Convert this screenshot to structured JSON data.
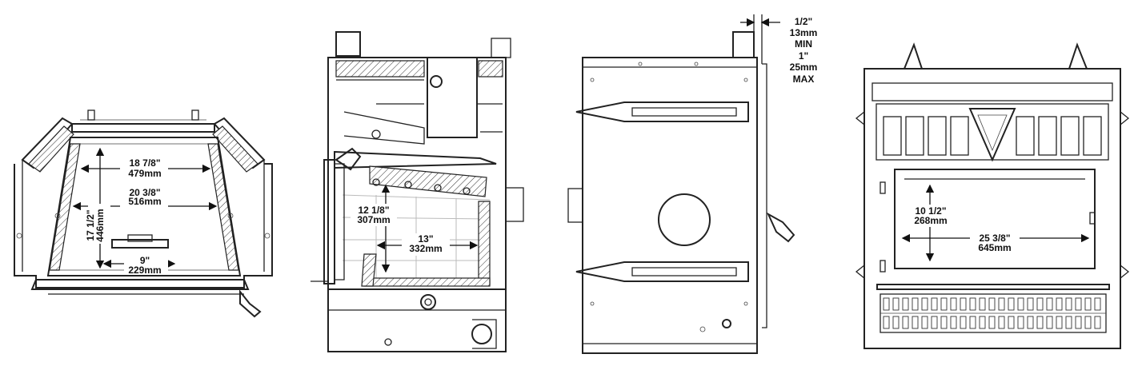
{
  "front_view": {
    "top_width": "18 7/8\"",
    "top_width_mm": "479mm",
    "mid_width": "20 3/8\"",
    "mid_width_mm": "516mm",
    "height": "17 1/2\"",
    "height_mm": "446mm",
    "bottom_width": "9\"",
    "bottom_width_mm": "229mm"
  },
  "side_view": {
    "height": "12 1/8\"",
    "height_mm": "307mm",
    "depth": "13\"",
    "depth_mm": "332mm"
  },
  "back_view": {
    "clearance_min": "1/2\"",
    "clearance_min_mm": "13mm",
    "min_label": "MIN",
    "clearance_max": "1\"",
    "clearance_max_mm": "25mm",
    "max_label": "MAX"
  },
  "face_view": {
    "height": "10 1/2\"",
    "height_mm": "268mm",
    "width": "25 3/8\"",
    "width_mm": "645mm"
  }
}
